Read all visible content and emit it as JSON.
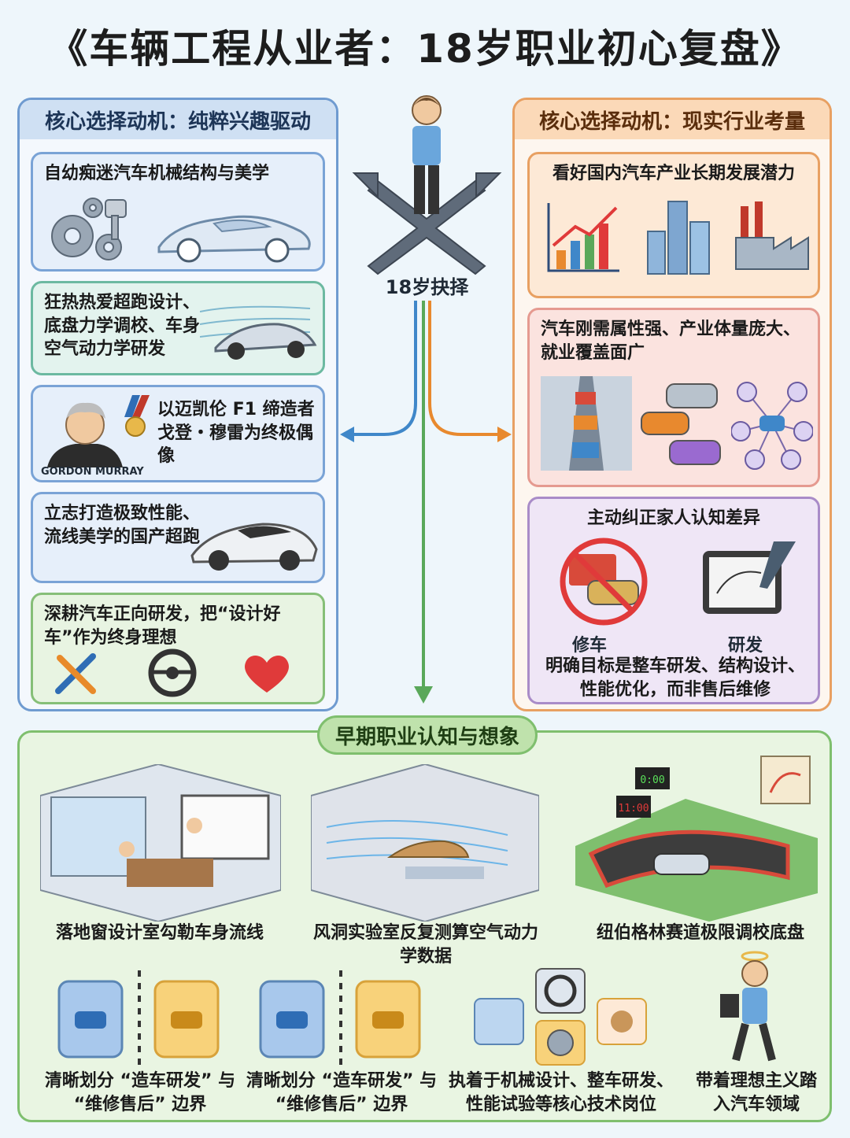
{
  "title": "《车辆工程从业者：18岁职业初心复盘》",
  "center": {
    "label": "18岁抉择"
  },
  "left_panel": {
    "heading": "核心选择动机：纯粹兴趣驱动",
    "cards": [
      {
        "text": "自幼痴迷汽车机械结构与美学"
      },
      {
        "text": "狂热热爱超跑设计、底盘力学调校、车身空气动力学研发"
      },
      {
        "text": "以迈凯伦 F1 缔造者戈登・穆雷为终极偶像",
        "badge": "GORDON MURRAY"
      },
      {
        "text": "立志打造极致性能、流线美学的国产超跑"
      },
      {
        "text": "深耕汽车正向研发，把“设计好车”作为终身理想"
      }
    ]
  },
  "right_panel": {
    "heading": "核心选择动机：现实行业考量",
    "cards": [
      {
        "text": "看好国内汽车产业长期发展潜力"
      },
      {
        "text": "汽车刚需属性强、产业体量庞大、就业覆盖面广"
      },
      {
        "text": "主动纠正家人认知差异",
        "left_label": "修车",
        "right_label": "研发",
        "note": "明确目标是整车研发、结构设计、性能优化，而非售后维修"
      }
    ]
  },
  "bottom": {
    "heading": "早期职业认知与想象",
    "scenes": [
      {
        "label": "落地窗设计室勾勒车身流线"
      },
      {
        "label": "风洞实验室反复测算空气动力学数据"
      },
      {
        "label": "纽伯格林赛道极限调校底盘",
        "clock_a": "11:00",
        "clock_b": "0:00"
      }
    ],
    "items": [
      {
        "label": "清晰划分 “造车研发” 与 “维修售后” 边界"
      },
      {
        "label": "清晰划分 “造车研发” 与 “维修售后” 边界"
      },
      {
        "label": "执着于机械设计、整车研发、性能试验等核心技术岗位"
      },
      {
        "label": "带着理想主义踏入汽车领域"
      }
    ]
  },
  "colors": {
    "left": "#6f9bd0",
    "right": "#e8a062",
    "center": "#5aa85a"
  }
}
